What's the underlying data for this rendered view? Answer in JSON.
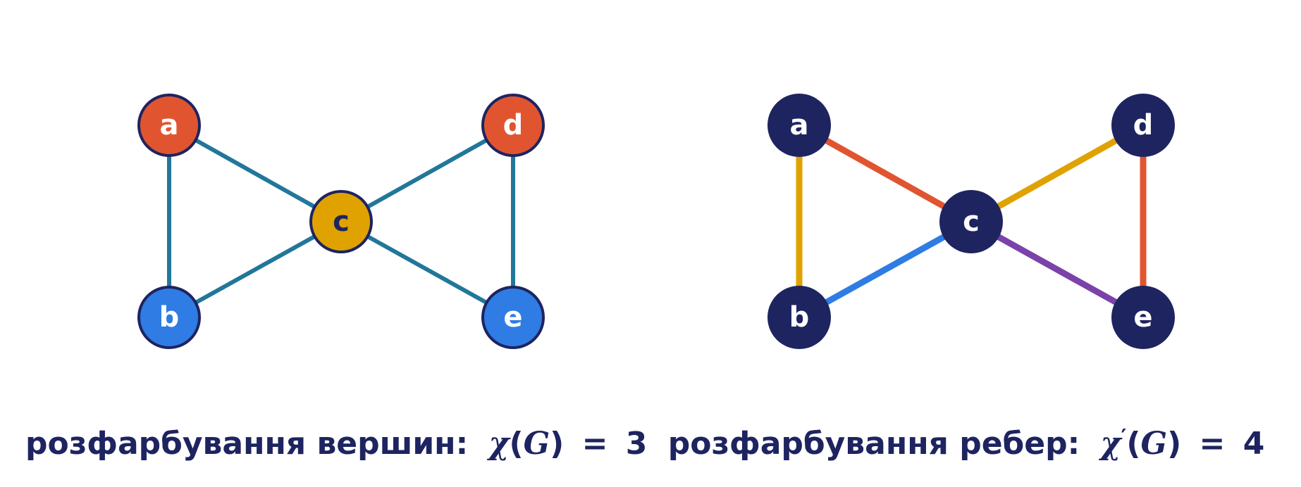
{
  "colors": {
    "navy": "#1e2460",
    "orange": "#e05530",
    "gold": "#e0a200",
    "blue": "#2e7ce4",
    "teal": "#21779a",
    "purple": "#7b42aa",
    "white": "#ffffff"
  },
  "vertex_coloring": {
    "vertices": [
      {
        "id": "a",
        "label": "a",
        "color": "#e05530",
        "text_color": "#ffffff"
      },
      {
        "id": "b",
        "label": "b",
        "color": "#2e7ce4",
        "text_color": "#ffffff"
      },
      {
        "id": "c",
        "label": "c",
        "color": "#e0a200",
        "text_color": "#1e2460"
      },
      {
        "id": "d",
        "label": "d",
        "color": "#e05530",
        "text_color": "#ffffff"
      },
      {
        "id": "e",
        "label": "e",
        "color": "#2e7ce4",
        "text_color": "#ffffff"
      }
    ],
    "edges": [
      {
        "from": "a",
        "to": "b",
        "color": "#21779a"
      },
      {
        "from": "a",
        "to": "c",
        "color": "#21779a"
      },
      {
        "from": "b",
        "to": "c",
        "color": "#21779a"
      },
      {
        "from": "c",
        "to": "d",
        "color": "#21779a"
      },
      {
        "from": "c",
        "to": "e",
        "color": "#21779a"
      },
      {
        "from": "d",
        "to": "e",
        "color": "#21779a"
      }
    ]
  },
  "edge_coloring": {
    "vertices": [
      {
        "id": "a",
        "label": "a",
        "color": "#1e2460",
        "text_color": "#ffffff"
      },
      {
        "id": "b",
        "label": "b",
        "color": "#1e2460",
        "text_color": "#ffffff"
      },
      {
        "id": "c",
        "label": "c",
        "color": "#1e2460",
        "text_color": "#ffffff"
      },
      {
        "id": "d",
        "label": "d",
        "color": "#1e2460",
        "text_color": "#ffffff"
      },
      {
        "id": "e",
        "label": "e",
        "color": "#1e2460",
        "text_color": "#ffffff"
      }
    ],
    "edges": [
      {
        "from": "a",
        "to": "b",
        "color": "#e0a200"
      },
      {
        "from": "a",
        "to": "c",
        "color": "#e05530"
      },
      {
        "from": "b",
        "to": "c",
        "color": "#2e7ce4"
      },
      {
        "from": "c",
        "to": "d",
        "color": "#e0a200"
      },
      {
        "from": "c",
        "to": "e",
        "color": "#7b42aa"
      },
      {
        "from": "d",
        "to": "e",
        "color": "#e05530"
      }
    ]
  },
  "caption": {
    "vertex_text": "розфарбування вершин:",
    "vertex_symbol": "χ",
    "vertex_open": "(",
    "vertex_graph": "G",
    "vertex_close": ")",
    "vertex_eq": "=",
    "vertex_value": "3",
    "edge_text": "розфарбування ребер:",
    "edge_symbol": "χ",
    "edge_prime": "′",
    "edge_open": "(",
    "edge_graph": "G",
    "edge_close": ")",
    "edge_eq": "=",
    "edge_value": "4"
  }
}
